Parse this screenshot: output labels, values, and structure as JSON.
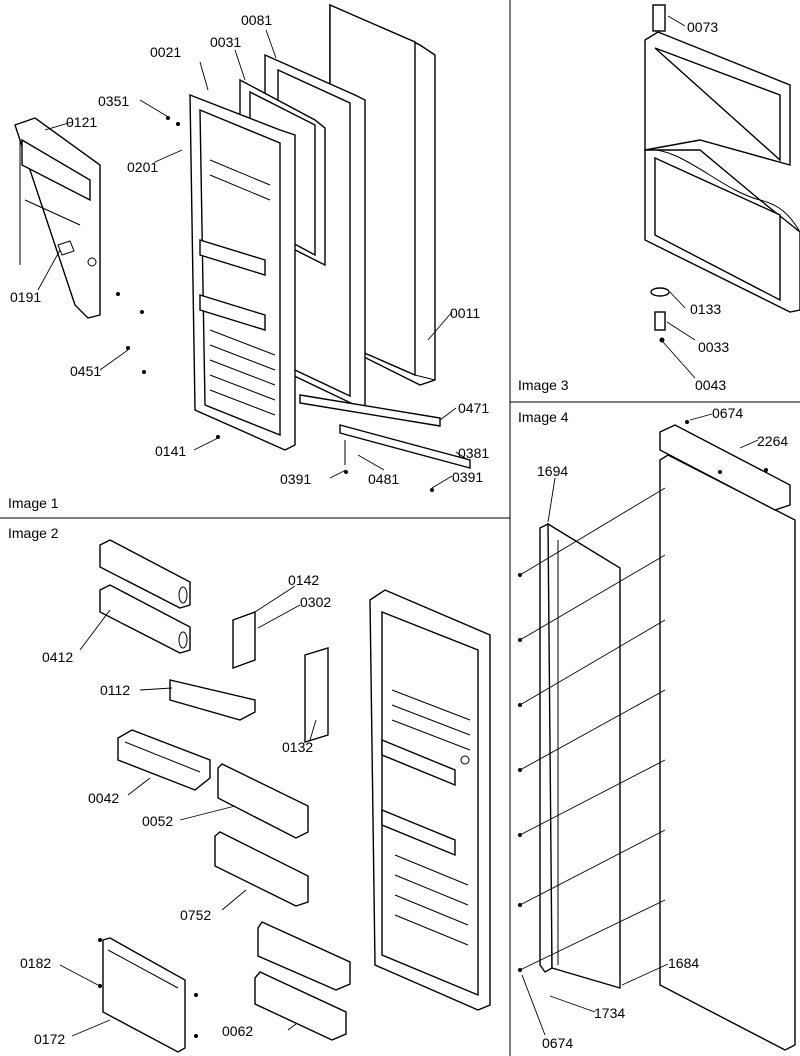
{
  "panels": [
    {
      "caption": "Image 1"
    },
    {
      "caption": "Image 2"
    },
    {
      "caption": "Image 3"
    },
    {
      "caption": "Image 4"
    }
  ],
  "callouts": {
    "p0081": "0081",
    "p0021": "0021",
    "p0031": "0031",
    "p0351": "0351",
    "p0121": "0121",
    "p0201": "0201",
    "p0191": "0191",
    "p0011": "0011",
    "p0451": "0451",
    "p0141": "0141",
    "p0471": "0471",
    "p0381": "0381",
    "p0391a": "0391",
    "p0481": "0481",
    "p0391b": "0391",
    "p0073": "0073",
    "p0133": "0133",
    "p0033": "0033",
    "p0043": "0043",
    "p0674top": "0674",
    "p2264": "2264",
    "p1694": "1694",
    "p1684": "1684",
    "p1734": "1734",
    "p0674bot": "0674",
    "p0142": "0142",
    "p0302": "0302",
    "p0412": "0412",
    "p0112": "0112",
    "p0132": "0132",
    "p0042": "0042",
    "p0052": "0052",
    "p0752": "0752",
    "p0182": "0182",
    "p0172": "0172",
    "p0062": "0062"
  }
}
